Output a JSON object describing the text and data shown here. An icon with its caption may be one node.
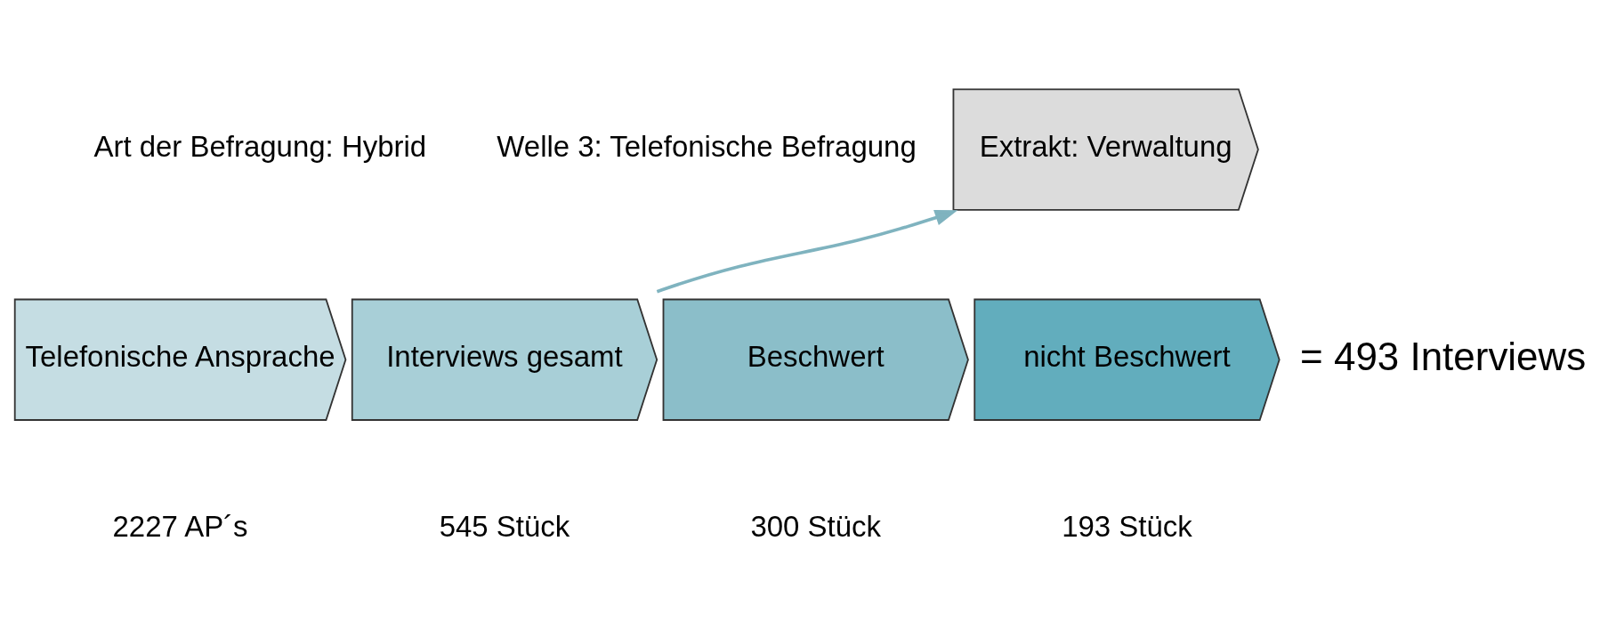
{
  "diagram": {
    "nodes": [
      {
        "text": [
          "Telefonische Ansprache"
        ]
      },
      {
        "text": [
          "Interviews gesamt"
        ]
      },
      {
        "text": [
          "Beschwert"
        ]
      },
      {
        "text": [
          "nicht Beschwert"
        ]
      },
      {
        "text": [
          "Extrakt: Verwaltung"
        ]
      }
    ],
    "edges": [
      {
        "from": 1,
        "to": 4,
        "arrow": "to"
      }
    ],
    "labels": [
      "Art der Befragung: Hybrid",
      "Welle 3: Telefonische Befragung",
      "= 493 Interviews",
      "2227 AP´s",
      "545 Stück",
      "300 Stück",
      "193 Stück"
    ]
  }
}
